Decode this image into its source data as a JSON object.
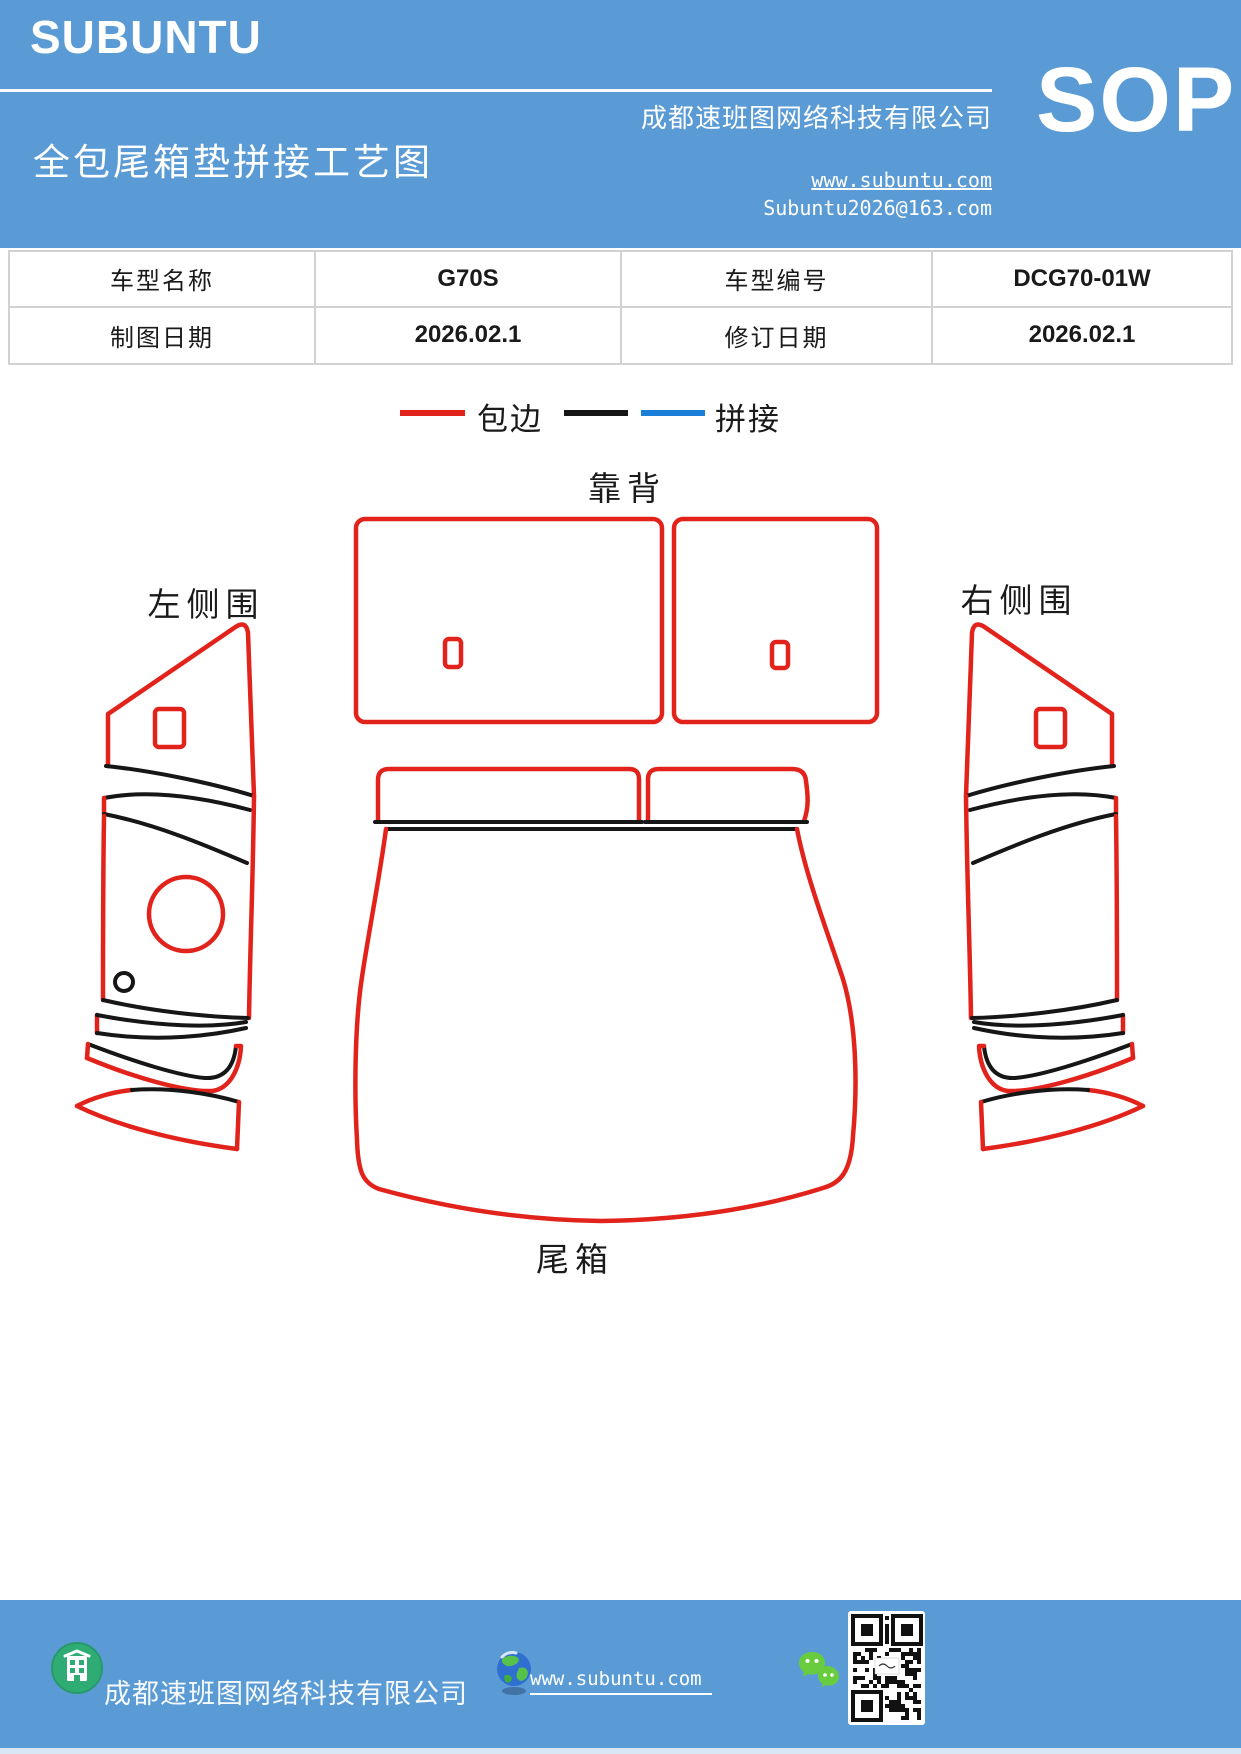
{
  "header": {
    "logo": "SUBUNTU",
    "title": "全包尾箱垫拼接工艺图",
    "company": "成都速班图网络科技有限公司",
    "website": "www.subuntu.com",
    "email": "Subuntu2026@163.com",
    "badge": "SOP",
    "bg_color": "#5b9bd5"
  },
  "info_table": {
    "rows": [
      {
        "cells": [
          "车型名称",
          "G70S",
          "车型编号",
          "DCG70-01W"
        ]
      },
      {
        "cells": [
          "制图日期",
          "2026.02.1",
          "修订日期",
          "2026.02.1"
        ]
      }
    ]
  },
  "legend": {
    "items": [
      {
        "label": "包边",
        "swatches": [
          "#e2231c"
        ]
      },
      {
        "label": "拼接",
        "swatches": [
          "#161616",
          "#1b7ed8"
        ]
      }
    ]
  },
  "diagram": {
    "labels": {
      "backrest": "靠背",
      "left_side": "左侧围",
      "right_side": "右侧围",
      "trunk": "尾箱"
    },
    "line_colors": {
      "edge_binding": "#e2231c",
      "splice_black": "#161616",
      "splice_blue": "#1b7ed8"
    }
  },
  "footer": {
    "company": "成都速班图网络科技有限公司",
    "website": "www.subuntu.com",
    "bg_color": "#5b9bd5"
  }
}
